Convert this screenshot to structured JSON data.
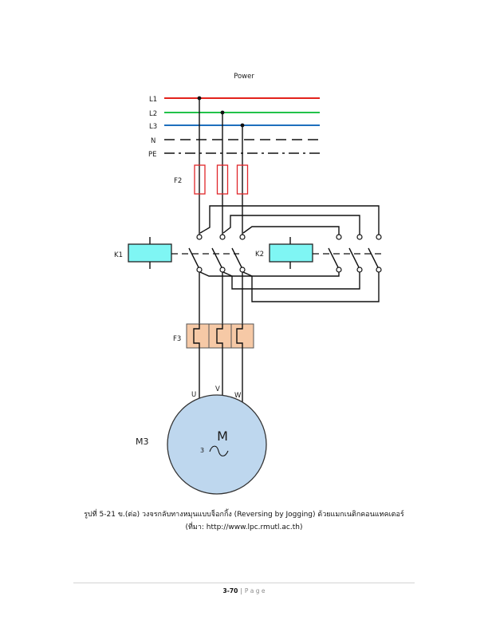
{
  "figure": {
    "power_label": "Power",
    "lines": [
      {
        "label": "L1",
        "color": "#e3231c"
      },
      {
        "label": "L2",
        "color": "#22c24a"
      },
      {
        "label": "L3",
        "color": "#1e6fbd"
      },
      {
        "label": "N",
        "color": "#111111"
      },
      {
        "label": "PE",
        "color": "#111111"
      }
    ],
    "fuse": {
      "label": "F2",
      "color": "#e0262a"
    },
    "contactor_1": {
      "label": "K1",
      "coil_color": "#7ff6f4"
    },
    "contactor_2": {
      "label": "K2",
      "coil_color": "#7ff6f4"
    },
    "overload_relay": {
      "label": "F3",
      "color": "#f6c9a6"
    },
    "terminals": [
      "U",
      "V",
      "W"
    ],
    "motor": {
      "symbol": "M",
      "phases": "3",
      "label": "M3",
      "color": "#bed7ee"
    }
  },
  "caption": {
    "line1": "รูปที่ 5-21 ข.(ต่อ) วงจรกลับทางหมุนแบบจ็อกกิ้ง (Reversing by Jogging) ด้วยแมกเนติกคอนแทคเตอร์",
    "line2": "(ที่มา: http://www.lpc.rmutl.ac.th)"
  },
  "footer": {
    "page_number": "3-70",
    "separator": "|",
    "page_word": "P a g e"
  }
}
